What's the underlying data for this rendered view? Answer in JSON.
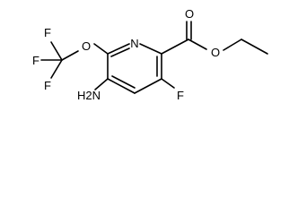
{
  "molecule": {
    "atoms": {
      "f_top": "F",
      "f_left": "F",
      "f_bottom": "F",
      "o_ether": "O",
      "n_ring": "N",
      "o_carbonyl": "O",
      "o_ester": "O",
      "nh2": "H2N",
      "f_ring": "F"
    }
  },
  "colors": {
    "line": "#000000",
    "background": "#ffffff"
  }
}
